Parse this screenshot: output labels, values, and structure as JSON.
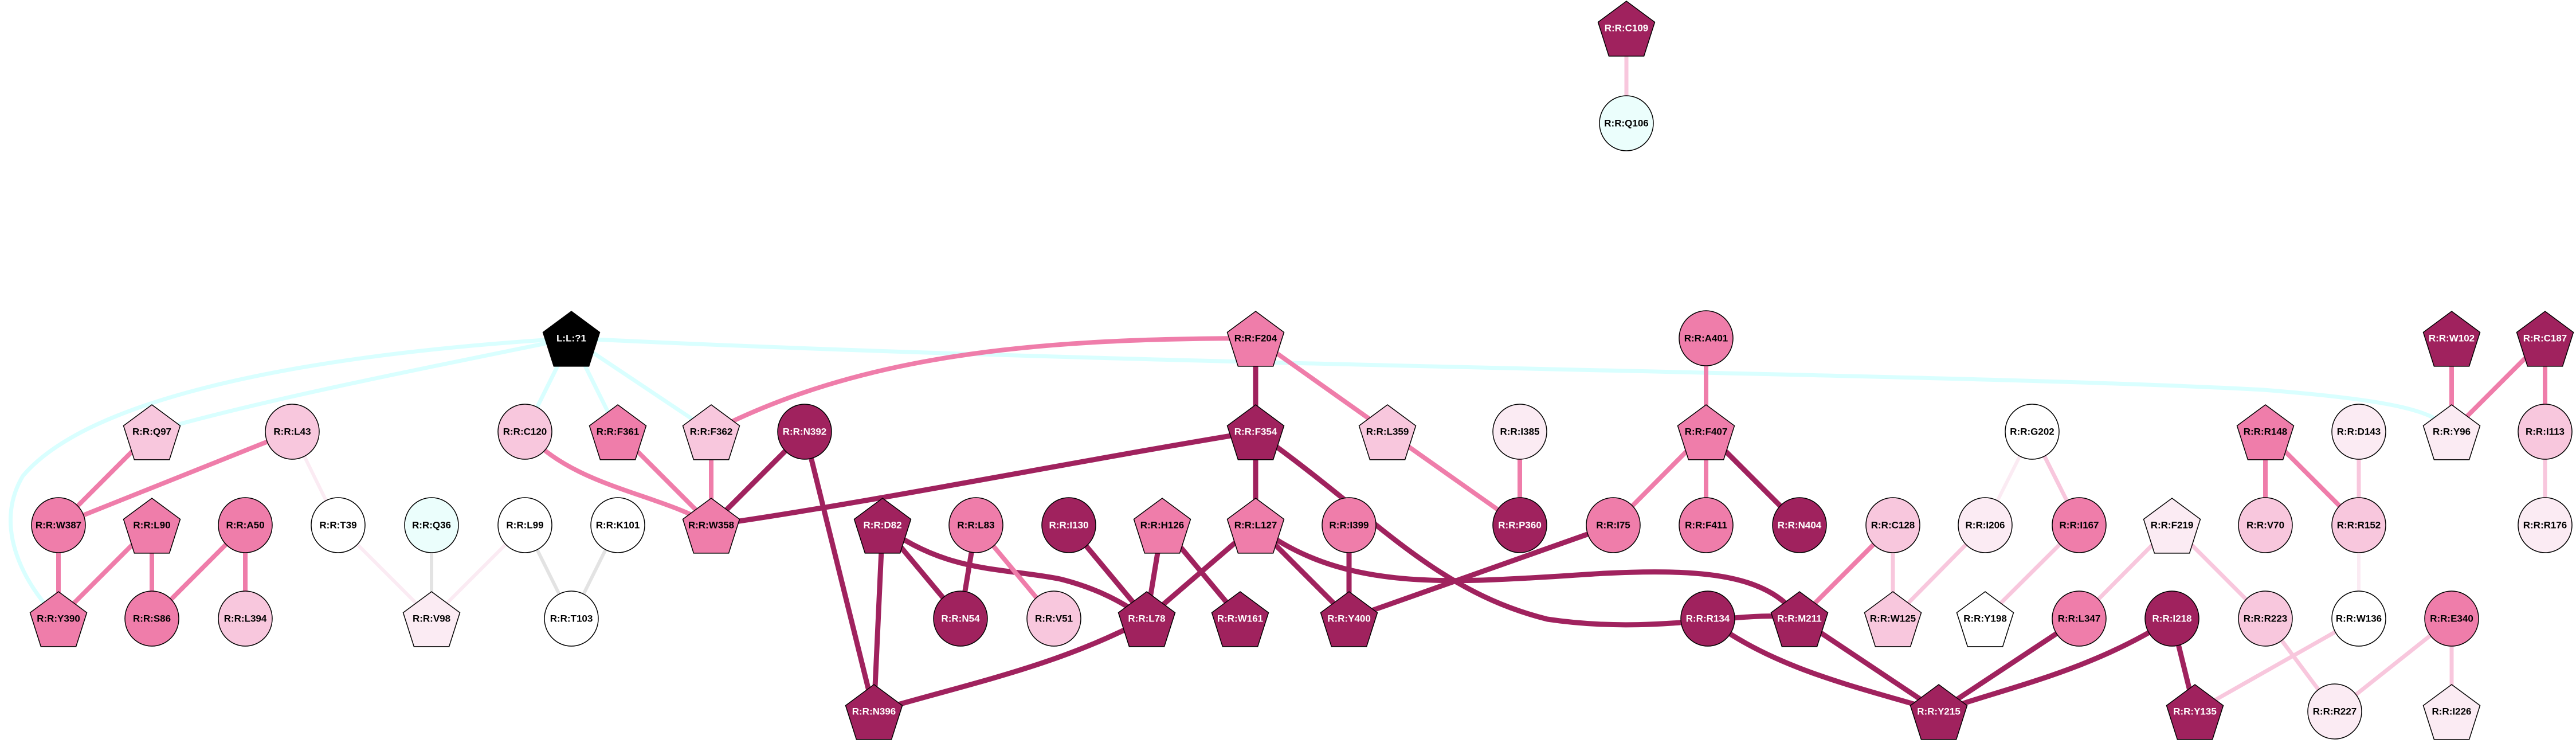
{
  "colors": {
    "black": "#000000",
    "dark": "#A0225E",
    "mid": "#EF7DAA",
    "light": "#F8C7DD",
    "vlight": "#FBEBF3",
    "white": "#FFFFFF",
    "cyan": "#EBFEFC",
    "edge_cyan": "#D9FFFF",
    "edge_gray": "#E3E3E3"
  },
  "nodes": [
    {
      "id": "C109",
      "label": "R:R:C109",
      "shape": "pentagon",
      "fill": "dark"
    },
    {
      "id": "Q106",
      "label": "R:R:Q106",
      "shape": "circle",
      "fill": "cyan"
    },
    {
      "id": "L1",
      "label": "L:L:?1",
      "shape": "pentagon",
      "fill": "black"
    },
    {
      "id": "F204",
      "label": "R:R:F204",
      "shape": "pentagon",
      "fill": "mid"
    },
    {
      "id": "A401",
      "label": "R:R:A401",
      "shape": "circle",
      "fill": "mid"
    },
    {
      "id": "W102",
      "label": "R:R:W102",
      "shape": "pentagon",
      "fill": "dark"
    },
    {
      "id": "C187",
      "label": "R:R:C187",
      "shape": "pentagon",
      "fill": "dark"
    },
    {
      "id": "Q97",
      "label": "R:R:Q97",
      "shape": "pentagon",
      "fill": "light"
    },
    {
      "id": "L43",
      "label": "R:R:L43",
      "shape": "circle",
      "fill": "light"
    },
    {
      "id": "C120",
      "label": "R:R:C120",
      "shape": "circle",
      "fill": "light"
    },
    {
      "id": "F361",
      "label": "R:R:F361",
      "shape": "pentagon",
      "fill": "mid"
    },
    {
      "id": "F362",
      "label": "R:R:F362",
      "shape": "pentagon",
      "fill": "light"
    },
    {
      "id": "N392",
      "label": "R:R:N392",
      "shape": "circle",
      "fill": "dark"
    },
    {
      "id": "F354",
      "label": "R:R:F354",
      "shape": "pentagon",
      "fill": "dark"
    },
    {
      "id": "L359",
      "label": "R:R:L359",
      "shape": "pentagon",
      "fill": "light"
    },
    {
      "id": "I385",
      "label": "R:R:I385",
      "shape": "circle",
      "fill": "vlight"
    },
    {
      "id": "F407",
      "label": "R:R:F407",
      "shape": "pentagon",
      "fill": "mid"
    },
    {
      "id": "G202",
      "label": "R:R:G202",
      "shape": "circle",
      "fill": "white"
    },
    {
      "id": "R148",
      "label": "R:R:R148",
      "shape": "pentagon",
      "fill": "mid"
    },
    {
      "id": "D143",
      "label": "R:R:D143",
      "shape": "circle",
      "fill": "vlight"
    },
    {
      "id": "Y96",
      "label": "R:R:Y96",
      "shape": "pentagon",
      "fill": "vlight"
    },
    {
      "id": "I113",
      "label": "R:R:I113",
      "shape": "circle",
      "fill": "light"
    },
    {
      "id": "W387",
      "label": "R:R:W387",
      "shape": "circle",
      "fill": "mid"
    },
    {
      "id": "L90",
      "label": "R:R:L90",
      "shape": "pentagon",
      "fill": "mid"
    },
    {
      "id": "A50",
      "label": "R:R:A50",
      "shape": "circle",
      "fill": "mid"
    },
    {
      "id": "T39",
      "label": "R:R:T39",
      "shape": "circle",
      "fill": "white"
    },
    {
      "id": "Q36",
      "label": "R:R:Q36",
      "shape": "circle",
      "fill": "cyan"
    },
    {
      "id": "L99",
      "label": "R:R:L99",
      "shape": "circle",
      "fill": "white"
    },
    {
      "id": "K101",
      "label": "R:R:K101",
      "shape": "circle",
      "fill": "white"
    },
    {
      "id": "W358",
      "label": "R:R:W358",
      "shape": "pentagon",
      "fill": "mid"
    },
    {
      "id": "D82",
      "label": "R:R:D82",
      "shape": "pentagon",
      "fill": "dark"
    },
    {
      "id": "L83",
      "label": "R:R:L83",
      "shape": "circle",
      "fill": "mid"
    },
    {
      "id": "I130",
      "label": "R:R:I130",
      "shape": "circle",
      "fill": "dark"
    },
    {
      "id": "H126",
      "label": "R:R:H126",
      "shape": "pentagon",
      "fill": "mid"
    },
    {
      "id": "L127",
      "label": "R:R:L127",
      "shape": "pentagon",
      "fill": "mid"
    },
    {
      "id": "I399",
      "label": "R:R:I399",
      "shape": "circle",
      "fill": "mid"
    },
    {
      "id": "P360",
      "label": "R:R:P360",
      "shape": "circle",
      "fill": "dark"
    },
    {
      "id": "I75",
      "label": "R:R:I75",
      "shape": "circle",
      "fill": "mid"
    },
    {
      "id": "F411",
      "label": "R:R:F411",
      "shape": "circle",
      "fill": "mid"
    },
    {
      "id": "N404",
      "label": "R:R:N404",
      "shape": "circle",
      "fill": "dark"
    },
    {
      "id": "C128",
      "label": "R:R:C128",
      "shape": "circle",
      "fill": "light"
    },
    {
      "id": "I206",
      "label": "R:R:I206",
      "shape": "circle",
      "fill": "vlight"
    },
    {
      "id": "I167",
      "label": "R:R:I167",
      "shape": "circle",
      "fill": "mid"
    },
    {
      "id": "F219",
      "label": "R:R:F219",
      "shape": "pentagon",
      "fill": "vlight"
    },
    {
      "id": "V70",
      "label": "R:R:V70",
      "shape": "circle",
      "fill": "light"
    },
    {
      "id": "R152",
      "label": "R:R:R152",
      "shape": "circle",
      "fill": "light"
    },
    {
      "id": "R176",
      "label": "R:R:R176",
      "shape": "circle",
      "fill": "vlight"
    },
    {
      "id": "Y390",
      "label": "R:R:Y390",
      "shape": "pentagon",
      "fill": "mid"
    },
    {
      "id": "S86",
      "label": "R:R:S86",
      "shape": "circle",
      "fill": "mid"
    },
    {
      "id": "L394",
      "label": "R:R:L394",
      "shape": "circle",
      "fill": "light"
    },
    {
      "id": "V98",
      "label": "R:R:V98",
      "shape": "pentagon",
      "fill": "vlight"
    },
    {
      "id": "T103",
      "label": "R:R:T103",
      "shape": "circle",
      "fill": "white"
    },
    {
      "id": "N54",
      "label": "R:R:N54",
      "shape": "circle",
      "fill": "dark"
    },
    {
      "id": "V51",
      "label": "R:R:V51",
      "shape": "circle",
      "fill": "light"
    },
    {
      "id": "L78",
      "label": "R:R:L78",
      "shape": "pentagon",
      "fill": "dark"
    },
    {
      "id": "W161",
      "label": "R:R:W161",
      "shape": "pentagon",
      "fill": "dark"
    },
    {
      "id": "Y400",
      "label": "R:R:Y400",
      "shape": "pentagon",
      "fill": "dark"
    },
    {
      "id": "R134",
      "label": "R:R:R134",
      "shape": "circle",
      "fill": "dark"
    },
    {
      "id": "M211",
      "label": "R:R:M211",
      "shape": "pentagon",
      "fill": "dark"
    },
    {
      "id": "W125",
      "label": "R:R:W125",
      "shape": "pentagon",
      "fill": "light"
    },
    {
      "id": "Y198",
      "label": "R:R:Y198",
      "shape": "pentagon",
      "fill": "white"
    },
    {
      "id": "L347",
      "label": "R:R:L347",
      "shape": "circle",
      "fill": "mid"
    },
    {
      "id": "I218",
      "label": "R:R:I218",
      "shape": "circle",
      "fill": "dark"
    },
    {
      "id": "R223",
      "label": "R:R:R223",
      "shape": "circle",
      "fill": "light"
    },
    {
      "id": "W136",
      "label": "R:R:W136",
      "shape": "circle",
      "fill": "white"
    },
    {
      "id": "E340",
      "label": "R:R:E340",
      "shape": "circle",
      "fill": "mid"
    },
    {
      "id": "N396",
      "label": "R:R:N396",
      "shape": "pentagon",
      "fill": "dark"
    },
    {
      "id": "Y215",
      "label": "R:R:Y215",
      "shape": "pentagon",
      "fill": "dark"
    },
    {
      "id": "Y135",
      "label": "R:R:Y135",
      "shape": "pentagon",
      "fill": "dark"
    },
    {
      "id": "R227",
      "label": "R:R:R227",
      "shape": "circle",
      "fill": "vlight"
    },
    {
      "id": "I226",
      "label": "R:R:I226",
      "shape": "pentagon",
      "fill": "vlight"
    }
  ],
  "edges": [
    {
      "from": "C109",
      "to": "Q106",
      "color": "light"
    },
    {
      "from": "L1",
      "to": "Y390",
      "color": "edge_cyan"
    },
    {
      "from": "L1",
      "to": "Q97",
      "color": "edge_cyan"
    },
    {
      "from": "L1",
      "to": "C120",
      "color": "edge_cyan"
    },
    {
      "from": "L1",
      "to": "F361",
      "color": "edge_cyan"
    },
    {
      "from": "L1",
      "to": "F362",
      "color": "edge_cyan"
    },
    {
      "from": "L1",
      "to": "Y96",
      "color": "edge_cyan"
    },
    {
      "from": "Q97",
      "to": "W387",
      "color": "mid"
    },
    {
      "from": "L43",
      "to": "W387",
      "color": "mid"
    },
    {
      "from": "W387",
      "to": "Y390",
      "color": "mid"
    },
    {
      "from": "L90",
      "to": "Y390",
      "color": "mid"
    },
    {
      "from": "L90",
      "to": "S86",
      "color": "mid"
    },
    {
      "from": "A50",
      "to": "S86",
      "color": "mid"
    },
    {
      "from": "A50",
      "to": "L394",
      "color": "mid"
    },
    {
      "from": "L43",
      "to": "T39",
      "color": "vlight"
    },
    {
      "from": "T39",
      "to": "V98",
      "color": "vlight"
    },
    {
      "from": "Q36",
      "to": "V98",
      "color": "edge_gray"
    },
    {
      "from": "L99",
      "to": "V98",
      "color": "vlight"
    },
    {
      "from": "L99",
      "to": "T103",
      "color": "edge_gray"
    },
    {
      "from": "K101",
      "to": "T103",
      "color": "edge_gray"
    },
    {
      "from": "C120",
      "to": "W358",
      "color": "mid"
    },
    {
      "from": "F361",
      "to": "W358",
      "color": "mid"
    },
    {
      "from": "F362",
      "to": "W358",
      "color": "mid"
    },
    {
      "from": "N392",
      "to": "W358",
      "color": "dark"
    },
    {
      "from": "N392",
      "to": "N396",
      "color": "dark"
    },
    {
      "from": "F354",
      "to": "W358",
      "color": "dark"
    },
    {
      "from": "F204",
      "to": "F362",
      "color": "mid"
    },
    {
      "from": "F204",
      "to": "F354",
      "color": "dark"
    },
    {
      "from": "F204",
      "to": "L359",
      "color": "mid"
    },
    {
      "from": "F354",
      "to": "L127",
      "color": "dark"
    },
    {
      "from": "F354",
      "to": "M211",
      "color": "dark"
    },
    {
      "from": "L359",
      "to": "P360",
      "color": "mid"
    },
    {
      "from": "I385",
      "to": "P360",
      "color": "mid"
    },
    {
      "from": "D82",
      "to": "N54",
      "color": "dark"
    },
    {
      "from": "D82",
      "to": "N396",
      "color": "dark"
    },
    {
      "from": "D82",
      "to": "L78",
      "color": "dark"
    },
    {
      "from": "L83",
      "to": "N54",
      "color": "dark"
    },
    {
      "from": "L83",
      "to": "V51",
      "color": "mid"
    },
    {
      "from": "I130",
      "to": "L78",
      "color": "dark"
    },
    {
      "from": "H126",
      "to": "L78",
      "color": "dark"
    },
    {
      "from": "H126",
      "to": "W161",
      "color": "dark"
    },
    {
      "from": "L127",
      "to": "L78",
      "color": "dark"
    },
    {
      "from": "L127",
      "to": "Y400",
      "color": "dark"
    },
    {
      "from": "L127",
      "to": "M211",
      "color": "dark"
    },
    {
      "from": "I399",
      "to": "Y400",
      "color": "dark"
    },
    {
      "from": "L78",
      "to": "N396",
      "color": "dark"
    },
    {
      "from": "I75",
      "to": "Y400",
      "color": "dark"
    },
    {
      "from": "F407",
      "to": "I75",
      "color": "mid"
    },
    {
      "from": "A401",
      "to": "F407",
      "color": "mid"
    },
    {
      "from": "F407",
      "to": "F411",
      "color": "mid"
    },
    {
      "from": "F407",
      "to": "N404",
      "color": "dark"
    },
    {
      "from": "C128",
      "to": "M211",
      "color": "mid"
    },
    {
      "from": "C128",
      "to": "W125",
      "color": "light"
    },
    {
      "from": "I206",
      "to": "W125",
      "color": "light"
    },
    {
      "from": "G202",
      "to": "I206",
      "color": "vlight"
    },
    {
      "from": "G202",
      "to": "I167",
      "color": "light"
    },
    {
      "from": "I167",
      "to": "Y198",
      "color": "light"
    },
    {
      "from": "F219",
      "to": "L347",
      "color": "light"
    },
    {
      "from": "F219",
      "to": "R223",
      "color": "light"
    },
    {
      "from": "R148",
      "to": "V70",
      "color": "mid"
    },
    {
      "from": "R148",
      "to": "R152",
      "color": "mid"
    },
    {
      "from": "D143",
      "to": "R152",
      "color": "light"
    },
    {
      "from": "R152",
      "to": "W136",
      "color": "vlight"
    },
    {
      "from": "R134",
      "to": "Y215",
      "color": "dark"
    },
    {
      "from": "M211",
      "to": "Y215",
      "color": "dark"
    },
    {
      "from": "L347",
      "to": "Y215",
      "color": "dark"
    },
    {
      "from": "I218",
      "to": "Y215",
      "color": "dark"
    },
    {
      "from": "I218",
      "to": "Y135",
      "color": "dark"
    },
    {
      "from": "W136",
      "to": "Y135",
      "color": "light"
    },
    {
      "from": "R223",
      "to": "R227",
      "color": "light"
    },
    {
      "from": "E340",
      "to": "R227",
      "color": "light"
    },
    {
      "from": "E340",
      "to": "I226",
      "color": "light"
    },
    {
      "from": "W102",
      "to": "Y96",
      "color": "mid"
    },
    {
      "from": "C187",
      "to": "Y96",
      "color": "mid"
    },
    {
      "from": "C187",
      "to": "I113",
      "color": "mid"
    },
    {
      "from": "I113",
      "to": "R176",
      "color": "light"
    }
  ]
}
